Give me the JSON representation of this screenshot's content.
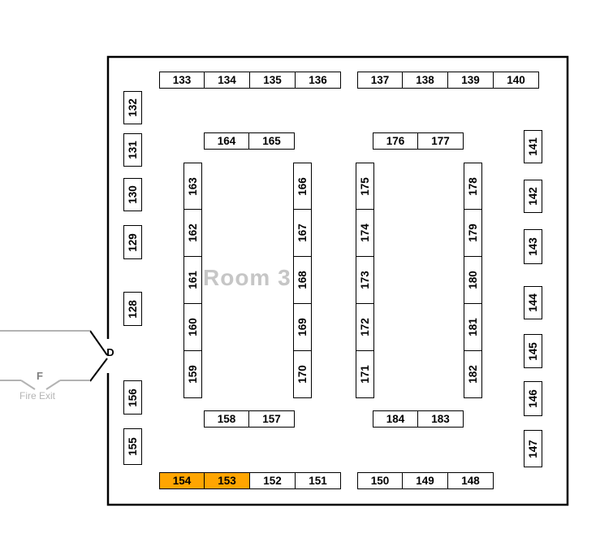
{
  "room": {
    "title": "Room 3"
  },
  "exits": {
    "door_label": "D",
    "fire_label": "F",
    "fire_exit_label": "Fire Exit"
  },
  "booths": {
    "top_row": {
      "left": [
        "133",
        "134",
        "135",
        "136"
      ],
      "right": [
        "137",
        "138",
        "139",
        "140"
      ]
    },
    "left_wall": [
      "132",
      "131",
      "130",
      "129",
      "128",
      "156",
      "155"
    ],
    "right_wall": [
      "141",
      "142",
      "143",
      "144",
      "145",
      "146",
      "147"
    ],
    "island_a": {
      "top": [
        "164",
        "165"
      ],
      "left_col": [
        "163",
        "162",
        "161",
        "160",
        "159"
      ],
      "right_col": [
        "166",
        "167",
        "168",
        "169",
        "170"
      ],
      "bottom": [
        "158",
        "157"
      ]
    },
    "island_b": {
      "top": [
        "176",
        "177"
      ],
      "left_col": [
        "175",
        "174",
        "173",
        "172",
        "171"
      ],
      "right_col": [
        "178",
        "179",
        "180",
        "181",
        "182"
      ],
      "bottom": [
        "184",
        "183"
      ]
    },
    "bottom_row": {
      "left": [
        "154",
        "153",
        "152",
        "151"
      ],
      "right": [
        "150",
        "149",
        "148"
      ]
    },
    "highlighted": [
      "154",
      "153"
    ]
  },
  "colors": {
    "highlight": "#FFA500",
    "wall": "#000000",
    "corridor": "#b3b3b3",
    "room_label": "#c6c6c6",
    "fire_exit_text": "#b5b5b5"
  }
}
